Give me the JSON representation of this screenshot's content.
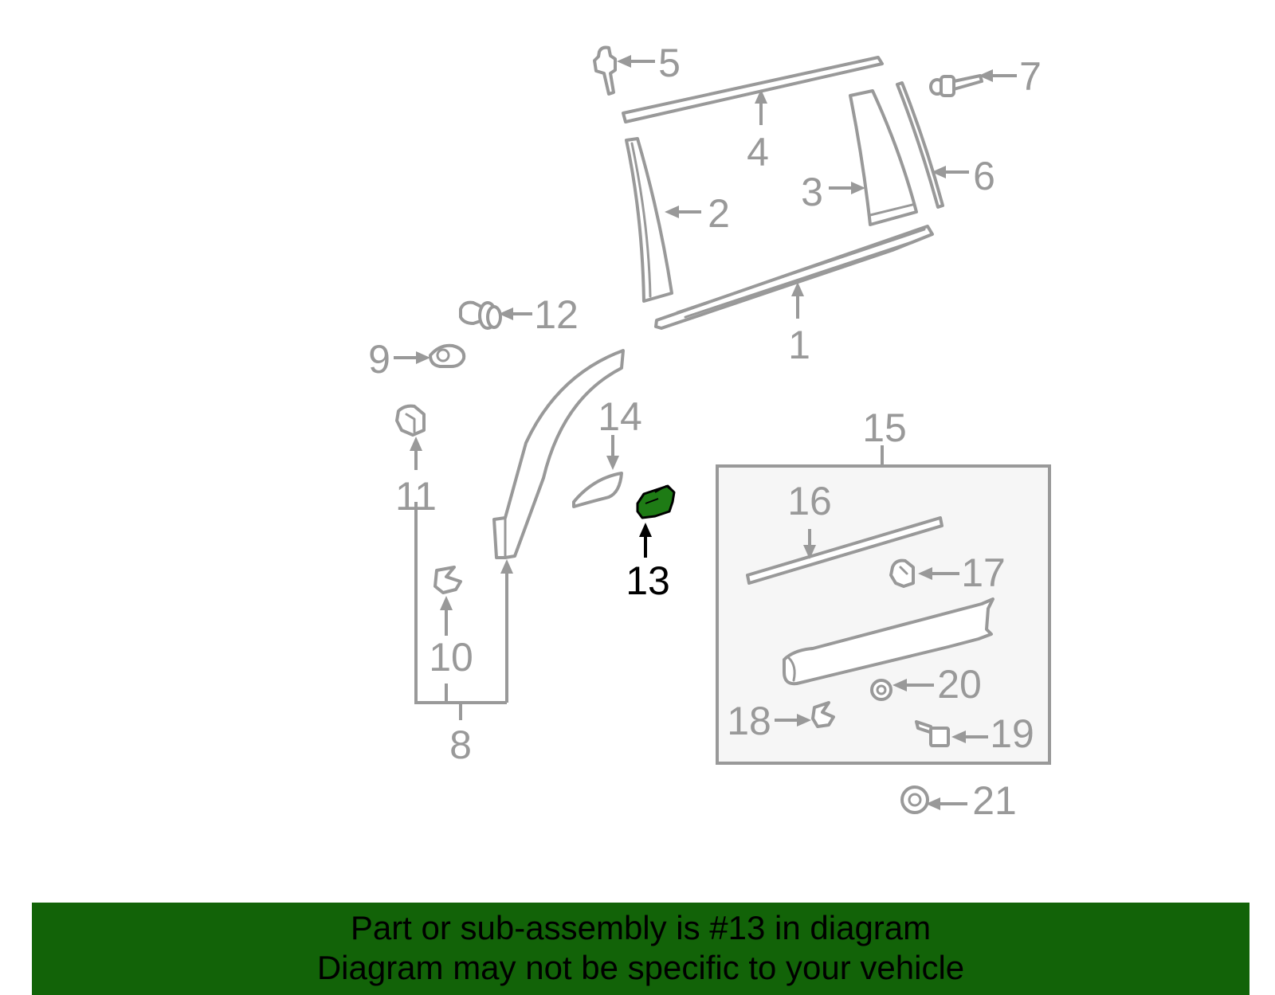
{
  "diagram": {
    "highlight_part": "13",
    "colors": {
      "part_stroke": "#999999",
      "highlight_fill": "#1E7B15",
      "highlight_text": "#000000",
      "banner_bg": "#126308"
    },
    "callouts": [
      "1",
      "2",
      "3",
      "4",
      "5",
      "6",
      "7",
      "8",
      "9",
      "10",
      "11",
      "12",
      "13",
      "14",
      "15",
      "16",
      "17",
      "18",
      "19",
      "20",
      "21"
    ]
  },
  "banner": {
    "line1": "Part or sub-assembly is #13 in diagram",
    "line2": "Diagram may not be specific to your vehicle"
  }
}
